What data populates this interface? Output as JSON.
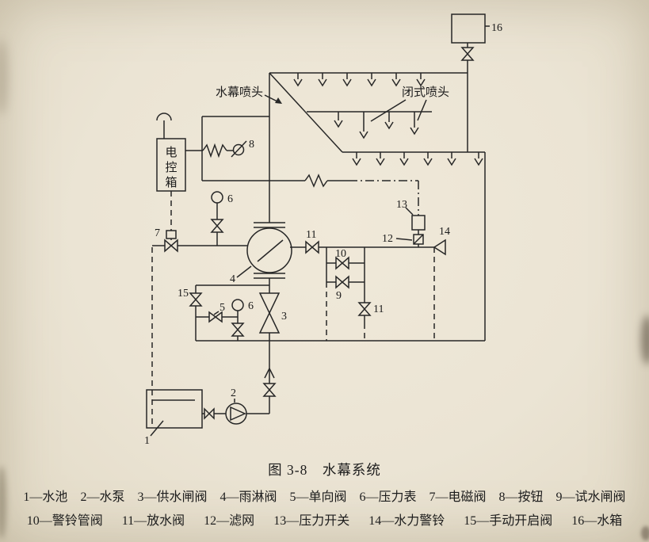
{
  "page": {
    "bg": "#ebe4d4",
    "ink": "#272727"
  },
  "caption": "图 3-8　水幕系统",
  "labels": {
    "water_curtain": "水幕喷头",
    "closed": "闭式喷头",
    "control_box": [
      "电",
      "控",
      "箱"
    ]
  },
  "marks": {
    "n1": "1",
    "n2": "2",
    "n3": "3",
    "n4": "4",
    "n5": "5",
    "n6a": "6",
    "n6b": "6",
    "n7": "7",
    "n8": "8",
    "n9": "9",
    "n10": "10",
    "n11a": "11",
    "n11b": "11",
    "n12": "12",
    "n13": "13",
    "n14": "14",
    "n15": "15",
    "n16": "16"
  },
  "legend": {
    "dash": "—",
    "row1": [
      {
        "num": "1",
        "name": "水池"
      },
      {
        "num": "2",
        "name": "水泵"
      },
      {
        "num": "3",
        "name": "供水闸阀"
      },
      {
        "num": "4",
        "name": "雨淋阀"
      },
      {
        "num": "5",
        "name": "单向阀"
      },
      {
        "num": "6",
        "name": "压力表"
      },
      {
        "num": "7",
        "name": "电磁阀"
      },
      {
        "num": "8",
        "name": "按钮"
      },
      {
        "num": "9",
        "name": "试水闸阀"
      }
    ],
    "row2": [
      {
        "num": "10",
        "name": "警铃管阀"
      },
      {
        "num": "11",
        "name": "放水阀"
      },
      {
        "num": "12",
        "name": "滤网"
      },
      {
        "num": "13",
        "name": "压力开关"
      },
      {
        "num": "14",
        "name": "水力警铃"
      },
      {
        "num": "15",
        "name": "手动开启阀"
      },
      {
        "num": "16",
        "name": "水箱"
      }
    ]
  }
}
